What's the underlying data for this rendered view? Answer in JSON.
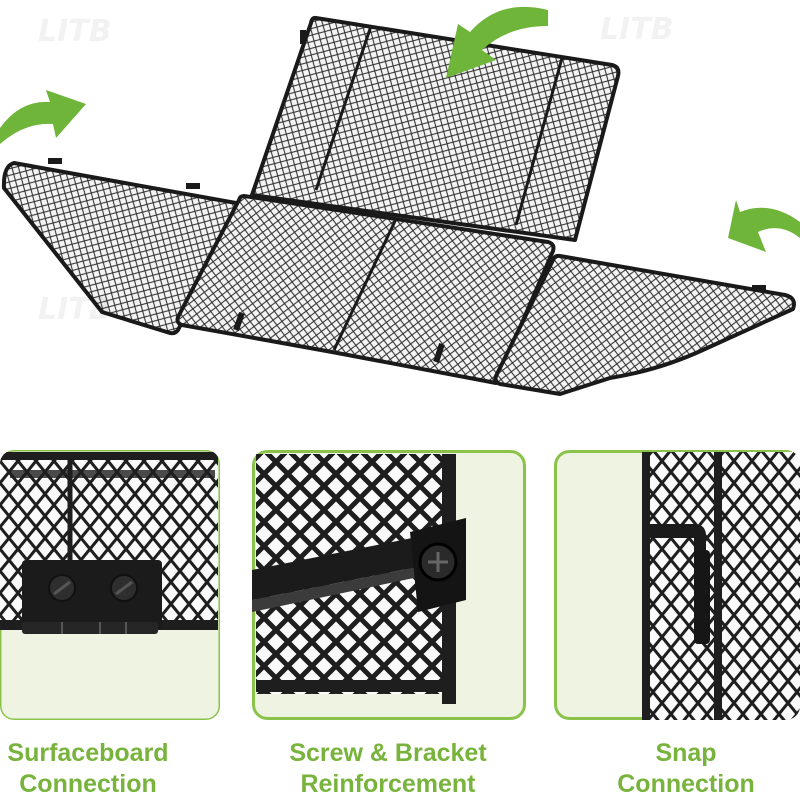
{
  "brand": {
    "watermark": "LITB",
    "accent_color": "#7cb342",
    "arrow_color": "#6fb53a",
    "panel_bg_color": "#eef3e2",
    "panel_border_color": "#8bc34a",
    "caption_color": "#78b33c"
  },
  "hero": {
    "image": "folding-mesh-basket-panels",
    "arrow_icon": "curved-arrow-icon"
  },
  "details": [
    {
      "title_line1": "Surfaceboard",
      "title_line2": "Connection",
      "image": "surfaceboard-hinge-closeup"
    },
    {
      "title_line1": "Screw & Bracket",
      "title_line2": "Reinforcement",
      "image": "screw-bracket-closeup"
    },
    {
      "title_line1": "Snap",
      "title_line2": "Connection",
      "image": "snap-latch-closeup"
    }
  ]
}
